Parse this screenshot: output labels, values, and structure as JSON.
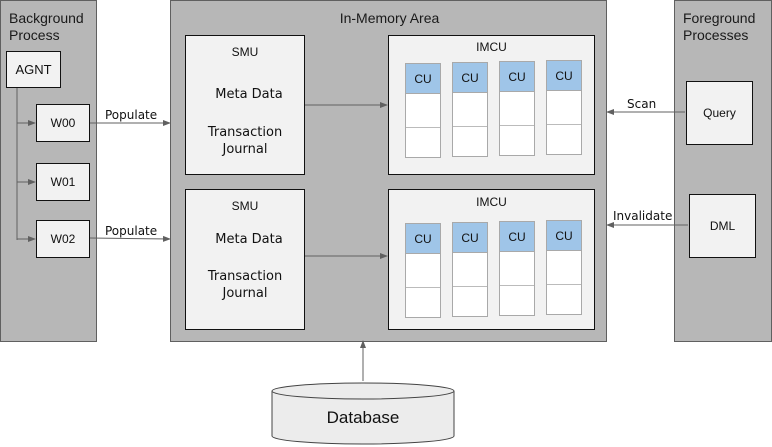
{
  "background_process": {
    "title_line1": "Background",
    "title_line2": "Process",
    "agent": "AGNT",
    "workers": [
      "W00",
      "W01",
      "W02"
    ]
  },
  "in_memory_area": {
    "title": "In-Memory Area",
    "smu_blocks": [
      {
        "label": "SMU",
        "meta": "Meta Data",
        "journal_line1": "Transaction",
        "journal_line2": "Journal"
      },
      {
        "label": "SMU",
        "meta": "Meta Data",
        "journal_line1": "Transaction",
        "journal_line2": "Journal"
      }
    ],
    "imcu_blocks": [
      {
        "label": "IMCU",
        "columns": [
          "CU",
          "CU",
          "CU",
          "CU"
        ]
      },
      {
        "label": "IMCU",
        "columns": [
          "CU",
          "CU",
          "CU",
          "CU"
        ]
      }
    ]
  },
  "foreground_processes": {
    "title_line1": "Foreground",
    "title_line2": "Processes",
    "query": "Query",
    "dml": "DML"
  },
  "edges": {
    "populate_top": "Populate",
    "populate_bottom": "Populate",
    "scan": "Scan",
    "invalidate": "Invalidate"
  },
  "database": {
    "label": "Database"
  },
  "colors": {
    "panel_gray": "#b7b7b7",
    "box_fill": "#f2f2f2",
    "cu_header": "#9fc5e8",
    "arrow": "#606060"
  }
}
